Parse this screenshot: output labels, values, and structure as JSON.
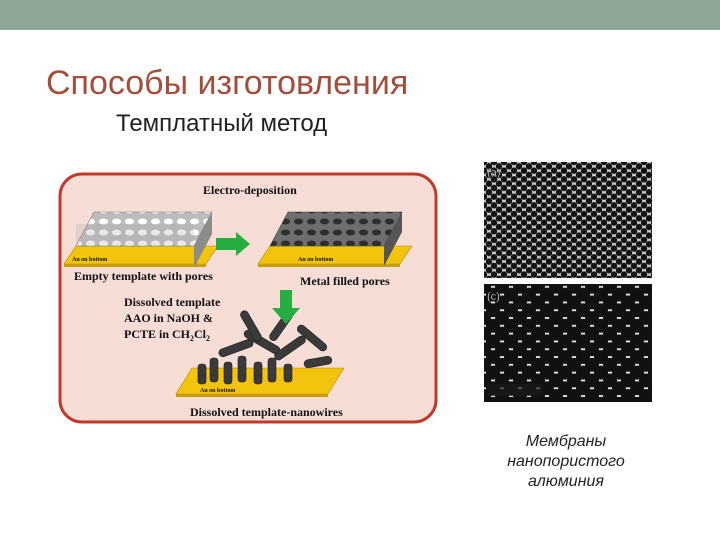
{
  "slide": {
    "title": "Способы изготовления",
    "subtitle": "Темплатный метод",
    "caption_lines": [
      "Мембраны",
      "нанопористого",
      "алюминия"
    ]
  },
  "diagram": {
    "electro_deposition": "Electro-deposition",
    "au_on_bottom": "Au on bottom",
    "empty_template": "Empty template with pores",
    "metal_filled": "Metal filled pores",
    "dissolved_line1": "Dissolved  template",
    "dissolved_line2": "AAO in NaOH &",
    "dissolved_line3": "PCTE in CH",
    "dissolved_sub2": "2",
    "dissolved_cl": "Cl",
    "dissolved_sub2b": "2",
    "dissolved_nanowires": "Dissolved template-nanowires"
  },
  "micrographs": {
    "label_a": "(a)",
    "label_c": "(c)"
  },
  "colors": {
    "top_bar": "#8fa596",
    "title": "#a14f3a",
    "frame": "#c0392b",
    "frame_fill": "#f6ddd6",
    "arrow": "#27ae40",
    "gold": "#f2c40d"
  }
}
